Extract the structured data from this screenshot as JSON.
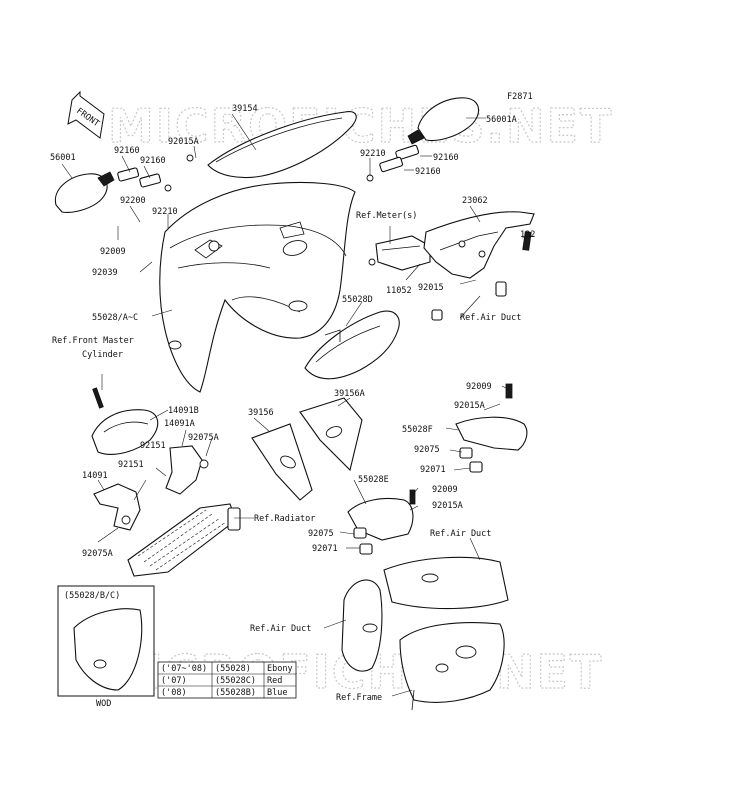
{
  "figure_code": "F2871",
  "watermark": "MICROFICHES.NET",
  "front_tag": "FRONT",
  "wod_label": "WOD",
  "wod_box_title": "(55028/B/C)",
  "callouts": {
    "c39154": "39154",
    "c56001A": "56001A",
    "c56001": "56001",
    "c92160a": "92160",
    "c92160b": "92160",
    "c92015A_top": "92015A",
    "c92210a": "92210",
    "c92160c": "92160",
    "c92160d": "92160",
    "c92200": "92200",
    "c92210b": "92210",
    "c23062": "23062",
    "c_refmeter": "Ref.Meter(s)",
    "c92009a": "92009",
    "c132": "132",
    "c92039": "92039",
    "c11052": "11052",
    "c92015": "92015",
    "c55028D": "55028D",
    "c55028AC": "55028/A~C",
    "c_refairduct1": "Ref.Air Duct",
    "c_reffrontmaster1": "Ref.Front Master",
    "c_reffrontmaster2": "Cylinder",
    "c92009b": "92009",
    "c92015Ab": "92015A",
    "c14091B": "14091B",
    "c14091A": "14091A",
    "c39156": "39156",
    "c39156A": "39156A",
    "c55028F": "55028F",
    "c92151a": "92151",
    "c92075Aa": "92075A",
    "c92075a": "92075",
    "c92071a": "92071",
    "c14091": "14091",
    "c92151b": "92151",
    "c55028E": "55028E",
    "c92009c": "92009",
    "c92015Ac": "92015A",
    "c_refradiator": "Ref.Radiator",
    "c92075b": "92075",
    "c_refairduct2": "Ref.Air Duct",
    "c92075Ab": "92075A",
    "c92071b": "92071",
    "c_refairduct3": "Ref.Air Duct",
    "c_refframe": "Ref.Frame"
  },
  "color_table": {
    "rows": [
      [
        "('07~'08)",
        "(55028)",
        "Ebony"
      ],
      [
        "('07)",
        "(55028C)",
        "Red"
      ],
      [
        "('08)",
        "(55028B)",
        "Blue"
      ]
    ]
  }
}
